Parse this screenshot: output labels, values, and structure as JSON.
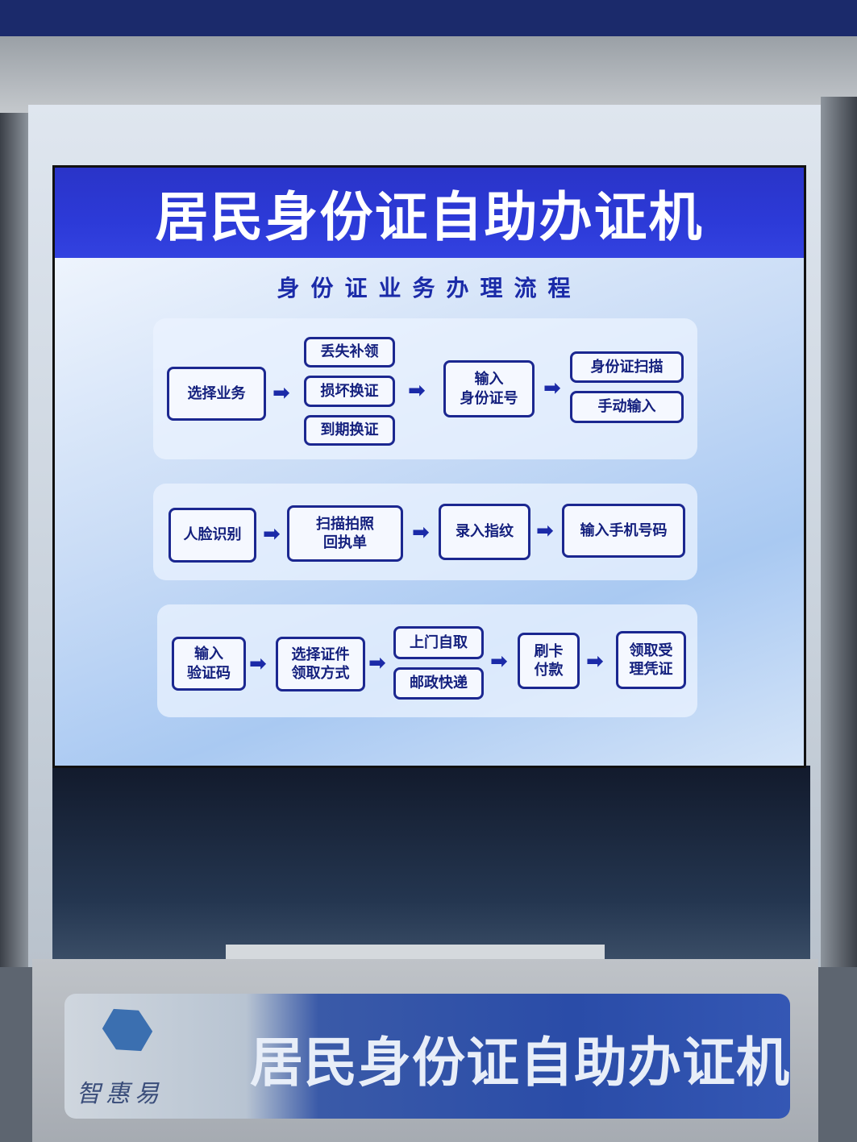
{
  "screen": {
    "title": "居民身份证自助办证机",
    "subtitle": "身份证业务办理流程",
    "arrow_glyph": "➡",
    "row1": {
      "start": "选择业务",
      "options": [
        "丢失补领",
        "损坏换证",
        "到期换证"
      ],
      "input_id": "输入\n身份证号",
      "methods": [
        "身份证扫描",
        "手动输入"
      ]
    },
    "row2": {
      "steps": [
        "人脸识别",
        "扫描拍照\n回执单",
        "录入指纹",
        "输入手机号码"
      ]
    },
    "row3": {
      "verify": "输入\n验证码",
      "choose": "选择证件\n领取方式",
      "pickup": [
        "上门自取",
        "邮政快递"
      ],
      "pay": "刷卡\n付款",
      "receipt": "领取受\n理凭证"
    },
    "colors": {
      "header": "#2a34c8",
      "box_border": "#1b2790",
      "text": "#14207e"
    }
  },
  "sign": {
    "title": "居民身份证自助办证机",
    "brand": "智惠易",
    "logo_icon": "hexagon-cube-logo"
  }
}
